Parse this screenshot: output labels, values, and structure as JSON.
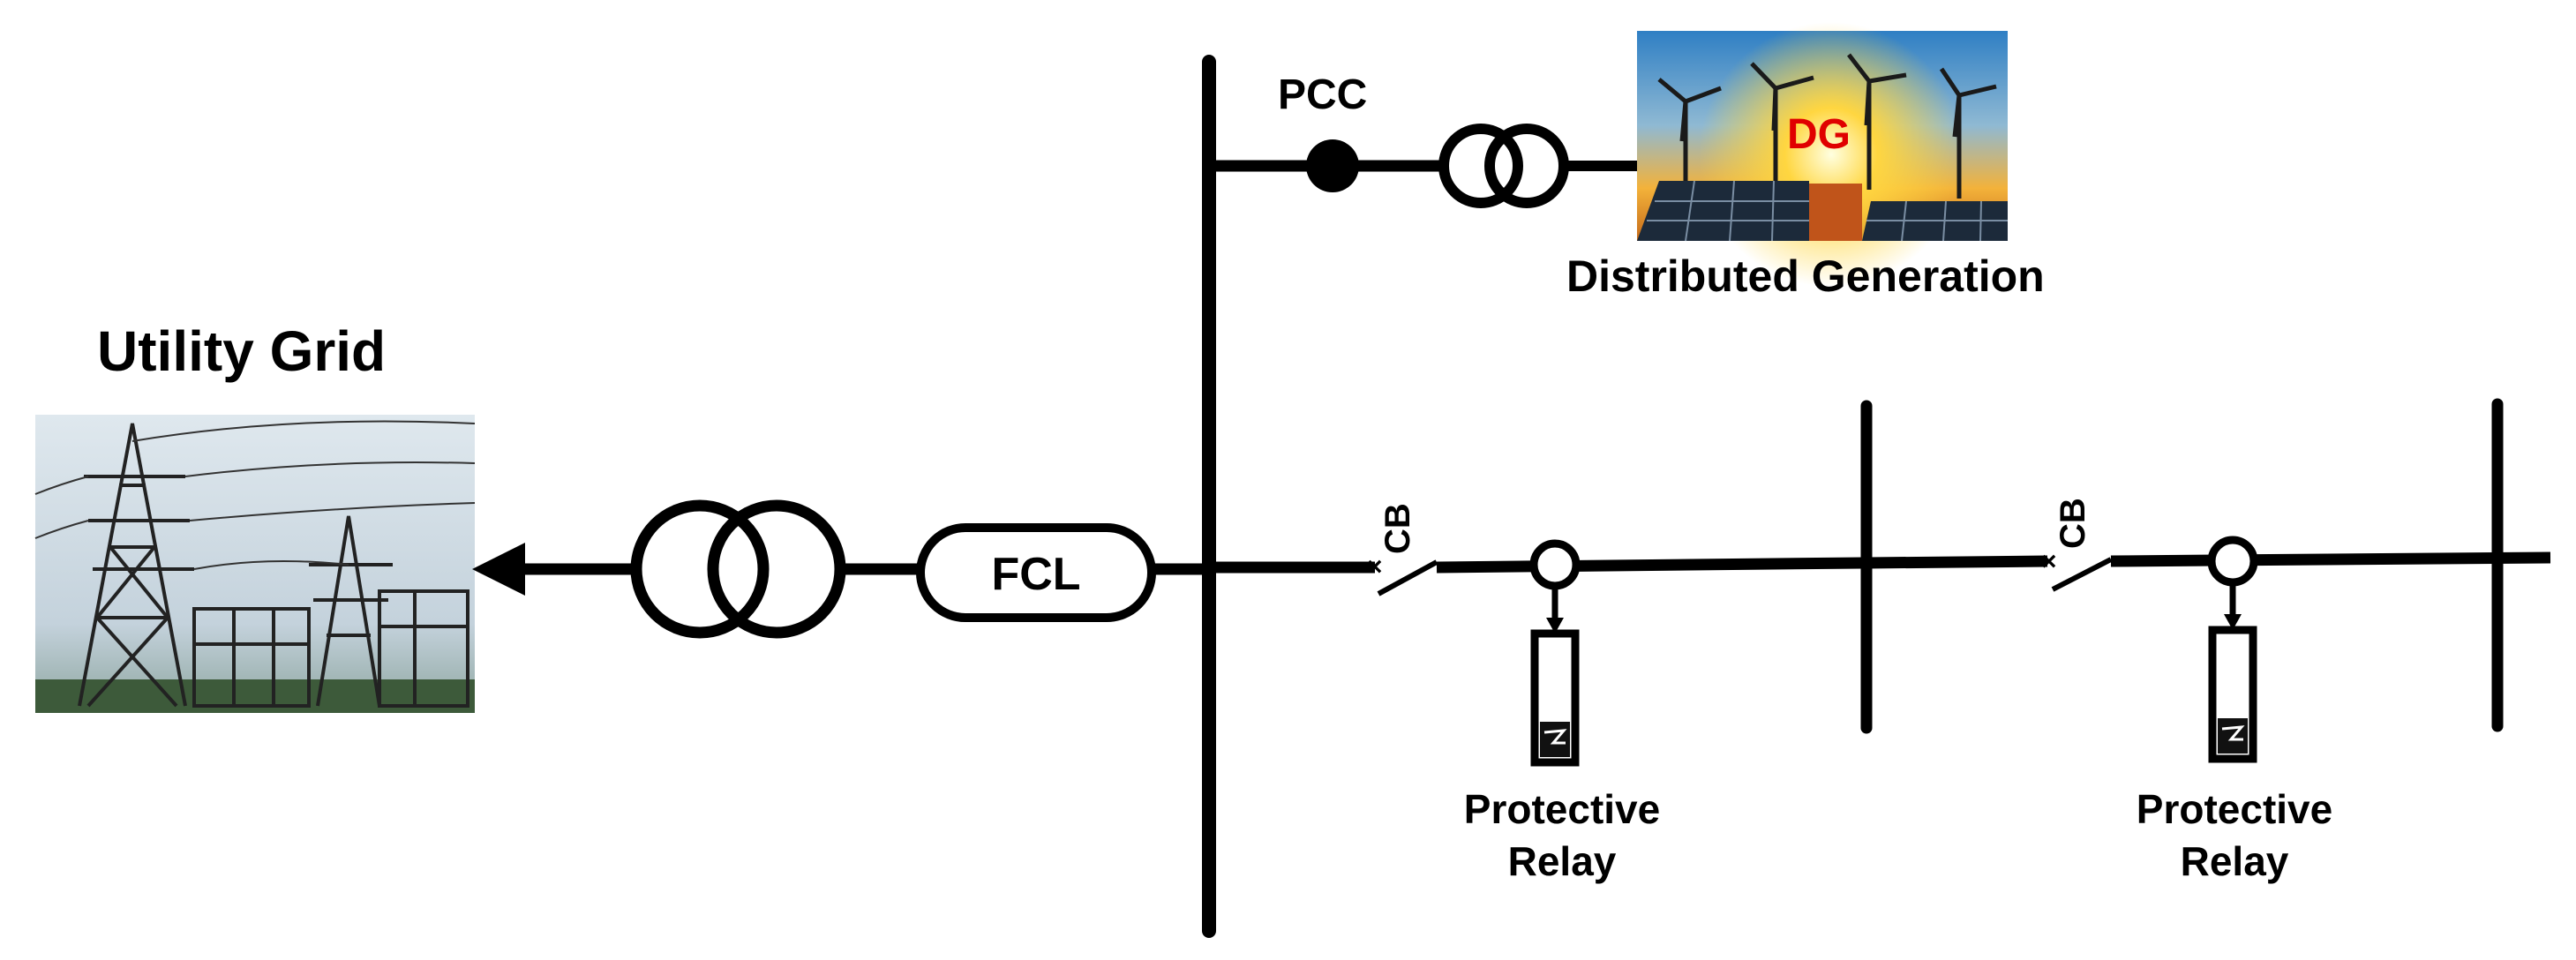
{
  "labels": {
    "pcc": "PCC",
    "dg": "DG",
    "distributed_generation": "Distributed Generation",
    "utility_grid": "Utility Grid",
    "fcl": "FCL",
    "cb": "CB",
    "relay_1_line1": "Protective",
    "relay_1_line2": "Relay",
    "relay_2_line1": "Protective",
    "relay_2_line2": "Relay"
  },
  "colors": {
    "line": "#000000",
    "dg_label": "#e00000",
    "sky_top": "#2f7fc4",
    "sky_sun": "#ffd640",
    "grid_sky": "#c9d6df"
  },
  "icons": {
    "utility_grid_image": "transmission-tower-substation",
    "dg_image": "wind-turbines-solar-panels",
    "transformer": "two-winding-transformer",
    "relay": "protective-relay",
    "circuit_breaker": "circuit-breaker-switch",
    "current_transformer": "current-transformer-ring",
    "arrow": "arrow-left"
  }
}
